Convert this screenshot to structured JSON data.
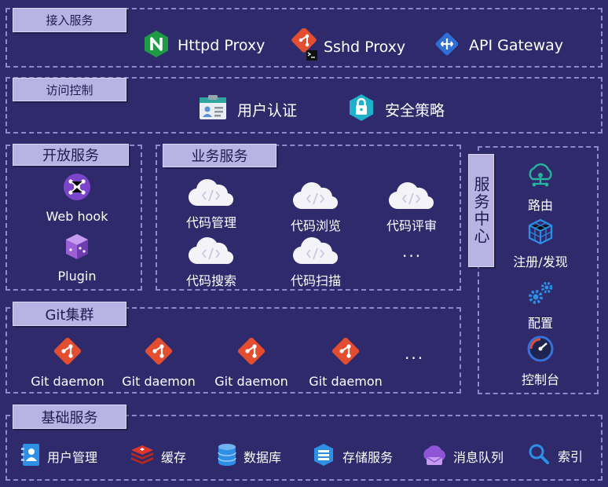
{
  "access": {
    "label": "接入服务",
    "items": [
      {
        "label": "Httpd Proxy",
        "icon": "nginx-icon"
      },
      {
        "label": "Sshd Proxy",
        "icon": "git-terminal-icon"
      },
      {
        "label": "API Gateway",
        "icon": "api-gateway-icon"
      }
    ]
  },
  "acl": {
    "label": "访问控制",
    "items": [
      {
        "label": "用户认证",
        "icon": "id-card-icon"
      },
      {
        "label": "安全策略",
        "icon": "security-lock-icon"
      }
    ]
  },
  "open": {
    "label": "开放服务",
    "items": [
      {
        "label": "Web hook",
        "icon": "webhook-icon"
      },
      {
        "label": "Plugin",
        "icon": "plugin-icon"
      }
    ]
  },
  "business": {
    "label": "业务服务",
    "items": [
      {
        "label": "代码管理"
      },
      {
        "label": "代码浏览"
      },
      {
        "label": "代码评审"
      },
      {
        "label": "代码搜索"
      },
      {
        "label": "代码扫描"
      }
    ],
    "more": "..."
  },
  "service_center": {
    "label": "服务中心",
    "items": [
      {
        "label": "路由",
        "icon": "route-icon"
      },
      {
        "label": "注册/发现",
        "icon": "registry-cube-icon"
      },
      {
        "label": "配置",
        "icon": "gears-icon"
      },
      {
        "label": "控制台",
        "icon": "dashboard-icon"
      }
    ]
  },
  "git_cluster": {
    "label": "Git集群",
    "items": [
      {
        "label": "Git daemon"
      },
      {
        "label": "Git daemon"
      },
      {
        "label": "Git daemon"
      },
      {
        "label": "Git daemon"
      }
    ],
    "more": "..."
  },
  "base": {
    "label": "基础服务",
    "items": [
      {
        "label": "用户管理",
        "icon": "user-book-icon"
      },
      {
        "label": "缓存",
        "icon": "redis-icon"
      },
      {
        "label": "数据库",
        "icon": "database-icon"
      },
      {
        "label": "存储服务",
        "icon": "storage-icon"
      },
      {
        "label": "消息队列",
        "icon": "message-queue-icon"
      },
      {
        "label": "索引",
        "icon": "search-icon"
      }
    ]
  },
  "colors": {
    "background": "#2e2a6b",
    "tag": "#b9b3e3",
    "dashed_border": "#8f88c9",
    "git_red": "#e24e2f",
    "nginx_green": "#1f9b46",
    "api_blue": "#2f6fd6"
  }
}
